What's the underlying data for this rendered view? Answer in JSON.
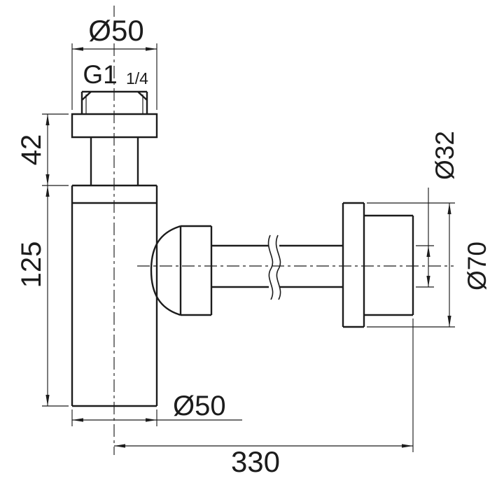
{
  "drawing": {
    "background_color": "#ffffff",
    "line_color": "#1c1c1c",
    "labels": {
      "top_diameter": "Ø50",
      "thread": "G1",
      "thread_fraction": "1/4",
      "inlet_height": "42",
      "body_height": "125",
      "pipe_diameter": "Ø32",
      "flange_diameter": "Ø70",
      "body_diameter": "Ø50",
      "overall_length": "330"
    }
  }
}
